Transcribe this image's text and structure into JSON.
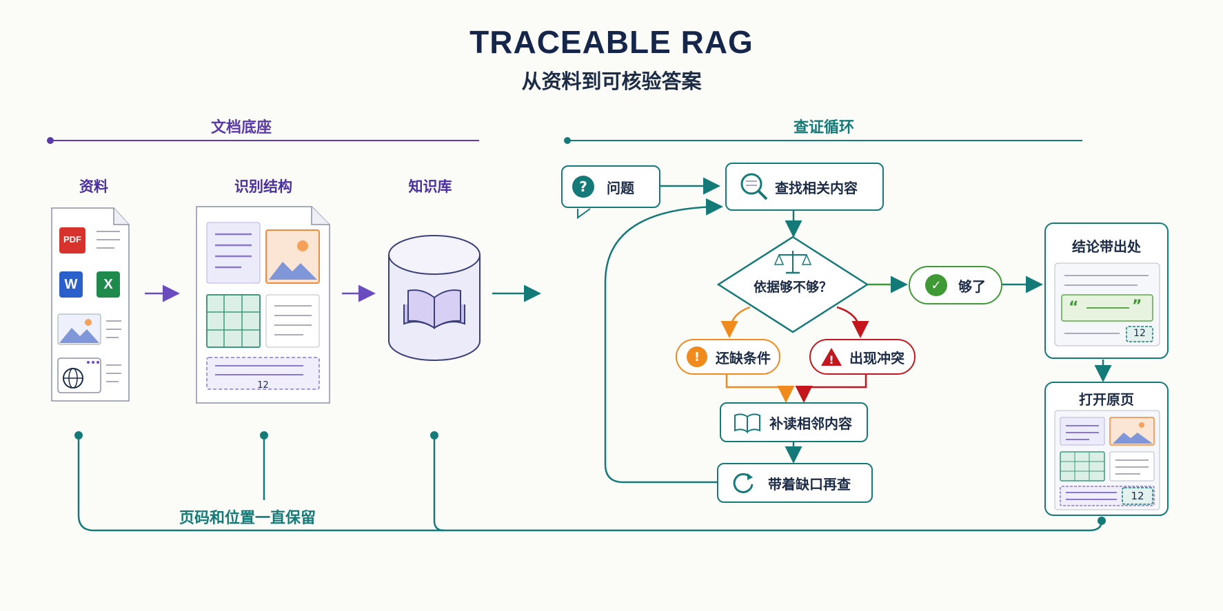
{
  "header": {
    "title": "TRACEABLE RAG",
    "subtitle": "从资料到可核验答案"
  },
  "sections": {
    "left": "文档底座",
    "right": "查证循环"
  },
  "pipeline": {
    "sources_label": "资料",
    "structure_label": "识别结构",
    "kb_label": "知识库",
    "pdf_badge": "PDF",
    "word_badge": "W",
    "excel_badge": "X",
    "page_number": "12"
  },
  "loop": {
    "question": "问题",
    "search": "查找相关内容",
    "decision": "依据够不够？",
    "missing": "还缺条件",
    "conflict": "出现冲突",
    "enough": "够了",
    "read_neighbors": "补读相邻内容",
    "research": "带着缺口再查"
  },
  "output": {
    "conclusion_title": "结论带出处",
    "conclusion_page": "12",
    "quote_open": "“",
    "quote_close": "”",
    "open_page_title": "打开原页",
    "open_page_number": "12"
  },
  "footer": {
    "traceability_label": "页码和位置一直保留"
  },
  "colors": {
    "teal": "#147a78",
    "purple": "#5a3aa8",
    "orange": "#f08a1c",
    "red": "#c4161c",
    "green": "#3f9a35",
    "navy": "#16254a"
  }
}
